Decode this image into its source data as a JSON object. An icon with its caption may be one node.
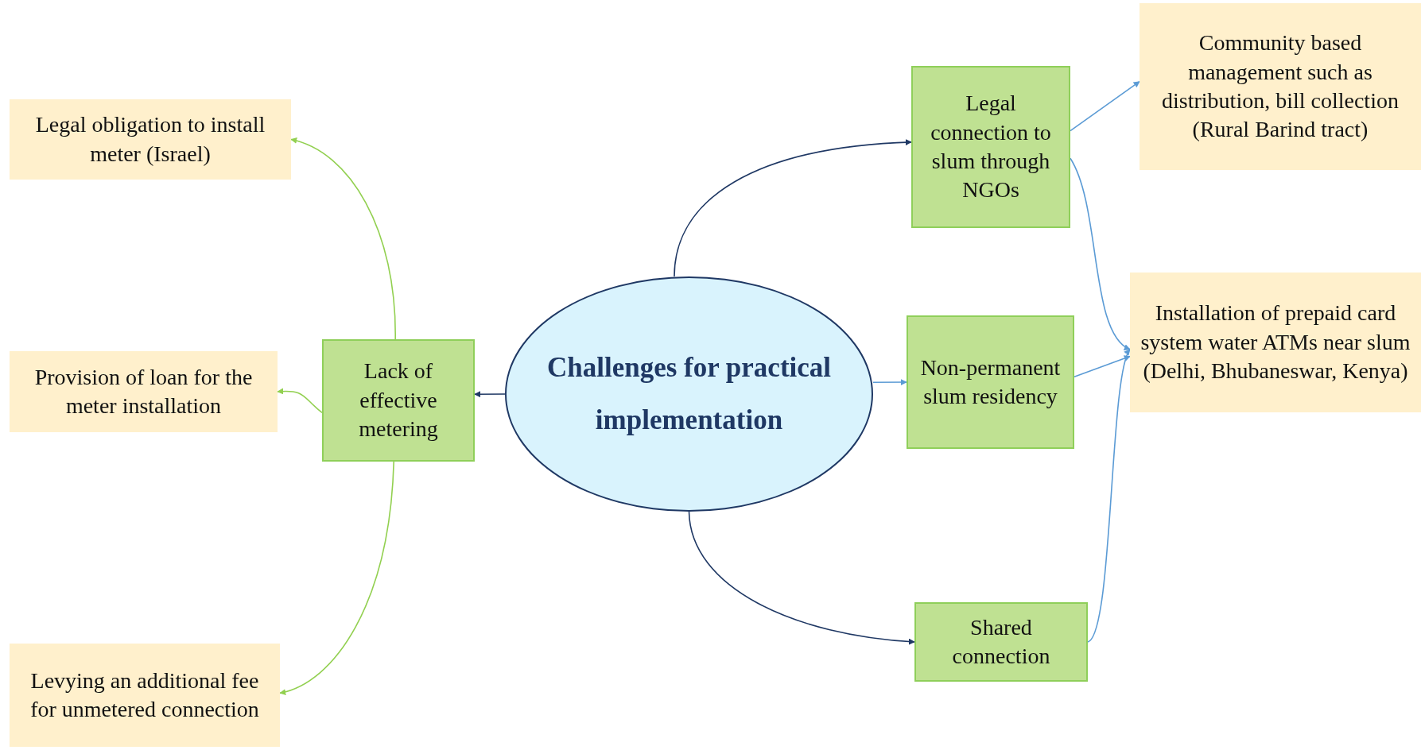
{
  "diagram": {
    "nodes": [
      {
        "text": [
          "Challenges for practical implementation"
        ]
      },
      {
        "text": [
          "Lack of effective metering"
        ]
      },
      {
        "text": [
          "Legal obligation to install meter (Israel)"
        ]
      },
      {
        "text": [
          "Provision of loan for the meter installation"
        ]
      },
      {
        "text": [
          "Levying an additional fee for unmetered connection"
        ]
      },
      {
        "text": [
          "Legal connection to slum through NGOs"
        ]
      },
      {
        "text": [
          "Non-permanent slum residency"
        ]
      },
      {
        "text": [
          "Shared connection"
        ]
      },
      {
        "text": [
          "Community based management such as distribution, bill collection (Rural Barind tract)"
        ]
      },
      {
        "text": [
          "Installation of prepaid card system water ATMs near slum (Delhi, Bhubaneswar, Kenya)"
        ]
      }
    ],
    "edges": [
      {
        "from": 0,
        "to": 1,
        "arrow": "to",
        "color": "#1f3864"
      },
      {
        "from": 0,
        "to": 5,
        "arrow": "to",
        "color": "#1f3864"
      },
      {
        "from": 0,
        "to": 6,
        "arrow": "to"
      },
      {
        "from": 0,
        "to": 7,
        "arrow": "to",
        "color": "#1f3864"
      },
      {
        "from": 1,
        "to": 2,
        "arrow": "to",
        "color": "#92d050"
      },
      {
        "from": 1,
        "to": 3,
        "arrow": "to",
        "color": "#92d050"
      },
      {
        "from": 1,
        "to": 4,
        "arrow": "to",
        "color": "#92d050"
      },
      {
        "from": 5,
        "to": 8,
        "arrow": "to"
      },
      {
        "from": 5,
        "to": 9,
        "arrow": "to"
      },
      {
        "from": 6,
        "to": 9,
        "arrow": "to"
      },
      {
        "from": 7,
        "to": 9,
        "arrow": "to"
      }
    ]
  }
}
